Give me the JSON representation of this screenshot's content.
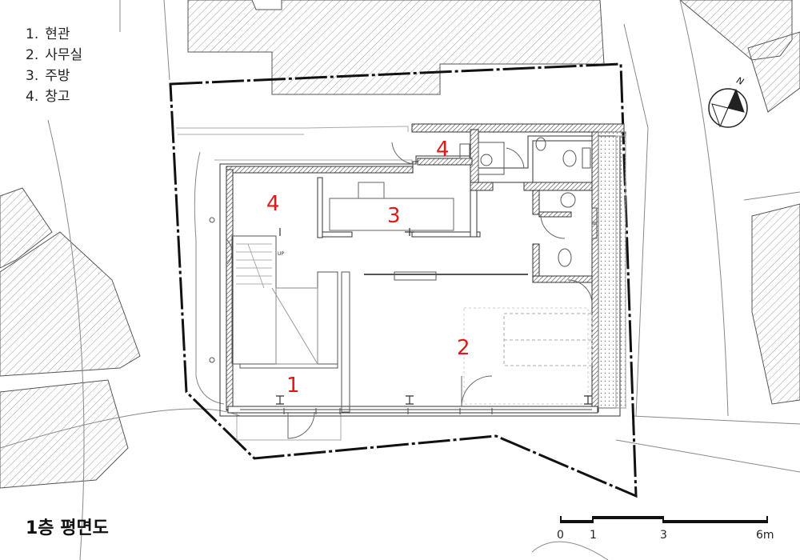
{
  "legend": [
    {
      "num": "1.",
      "name": "현관"
    },
    {
      "num": "2.",
      "name": "사무실"
    },
    {
      "num": "3.",
      "name": "주방"
    },
    {
      "num": "4.",
      "name": "창고"
    }
  ],
  "drawing_title": "1층 평면도",
  "room_labels": {
    "entrance": "1",
    "office": "2",
    "kitchen": "3",
    "storage_upper": "4",
    "storage_left": "4"
  },
  "scale_bar": {
    "ticks": [
      "0",
      "1",
      "3",
      "6m"
    ]
  },
  "north_arrow": {
    "label": "N"
  },
  "stair_mark": "UP",
  "colors": {
    "room_label": "#e01818",
    "linework": "#333333",
    "hatch": "#9a9a9a"
  }
}
